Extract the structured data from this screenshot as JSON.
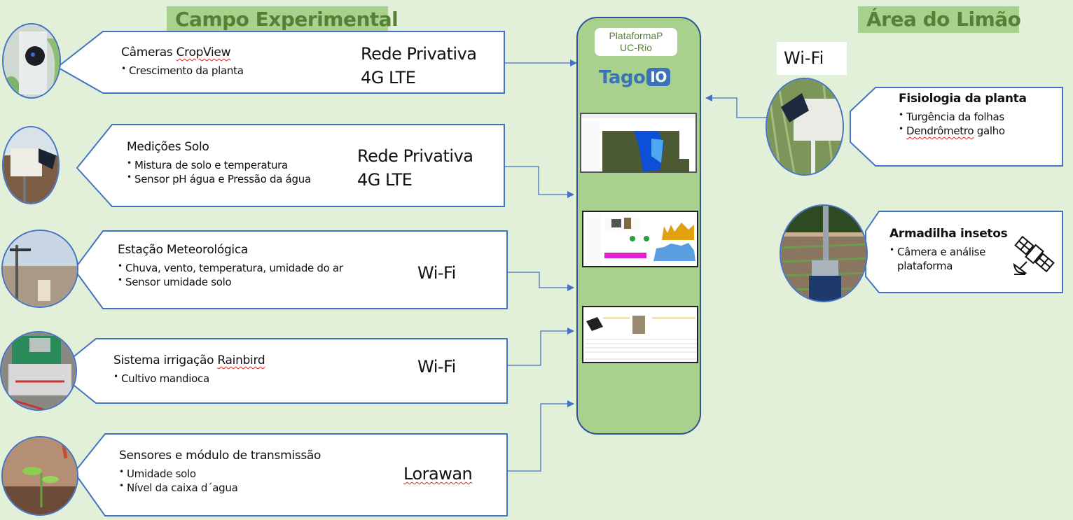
{
  "sections": {
    "left_title": "Campo Experimental",
    "right_title": "Área do Limão"
  },
  "platform": {
    "label": "PlataformaPUC-Rio",
    "label_line1": "PlataformaP",
    "label_line2": "UC-Rio",
    "brand_text": "Tago",
    "brand_badge": "IO",
    "screenshots": [
      {
        "name": "map-dashboard",
        "description": "satellite map with blue field area"
      },
      {
        "name": "charts-dashboard",
        "description": "orange bar chart, magenta and blue area charts, toggles"
      },
      {
        "name": "device-table-dashboard",
        "description": "device photos and data table"
      }
    ]
  },
  "left_devices": [
    {
      "title": "Câmeras CropView",
      "title_plain": "Câmeras ",
      "title_flag": "CropView",
      "bullets": [
        "Crescimento da planta"
      ],
      "network_line1": "Rede Privativa",
      "network_line2": "4G LTE",
      "photo": "camera-icon"
    },
    {
      "title": "Medições Solo",
      "bullets": [
        "Mistura de solo e temperatura",
        "Sensor pH água e Pressão da água"
      ],
      "network_line1": "Rede Privativa",
      "network_line2": "4G LTE",
      "photo": "soil-sensor-icon"
    },
    {
      "title": "Estação Meteorológica",
      "bullets": [
        "Chuva, vento, temperatura, umidade do ar",
        "Sensor umidade solo"
      ],
      "network_line1": "Wi-Fi",
      "photo": "weather-station-icon"
    },
    {
      "title": "Sistema irrigação Rainbird",
      "title_plain": "Sistema irrigação ",
      "title_flag": "Rainbird",
      "bullets": [
        "Cultivo mandioca"
      ],
      "network_line1": "Wi-Fi",
      "photo": "irrigation-controller-icon"
    },
    {
      "title": "Sensores e módulo de transmissão",
      "bullets": [
        "Umidade solo",
        "Nível da caixa d´agua"
      ],
      "network_line1": "Lorawan",
      "photo": "seedling-icon"
    }
  ],
  "right_devices": [
    {
      "title": "Fisiologia da planta",
      "bullets": [
        "Turgência da folhas",
        "Dendrômetro galho"
      ],
      "bullet2_flag": "Dendrômetro",
      "bullet2_rest": " galho",
      "network": "Wi-Fi",
      "photo": "plant-sensor-icon"
    },
    {
      "title": "Armadilha insetos",
      "bullets": [
        "Câmera e análise plataforma"
      ],
      "bullet_line1": "Câmera e análise",
      "bullet_line2": "plataforma",
      "icon": "satellite-icon",
      "photo": "insect-trap-icon"
    }
  ],
  "colors": {
    "background": "#e2efd9",
    "accent_green": "#a9d18e",
    "title_green": "#548235",
    "line_blue": "#4472c4",
    "border_dark_blue": "#2f5597",
    "tago_blue": "#3b73b9"
  }
}
